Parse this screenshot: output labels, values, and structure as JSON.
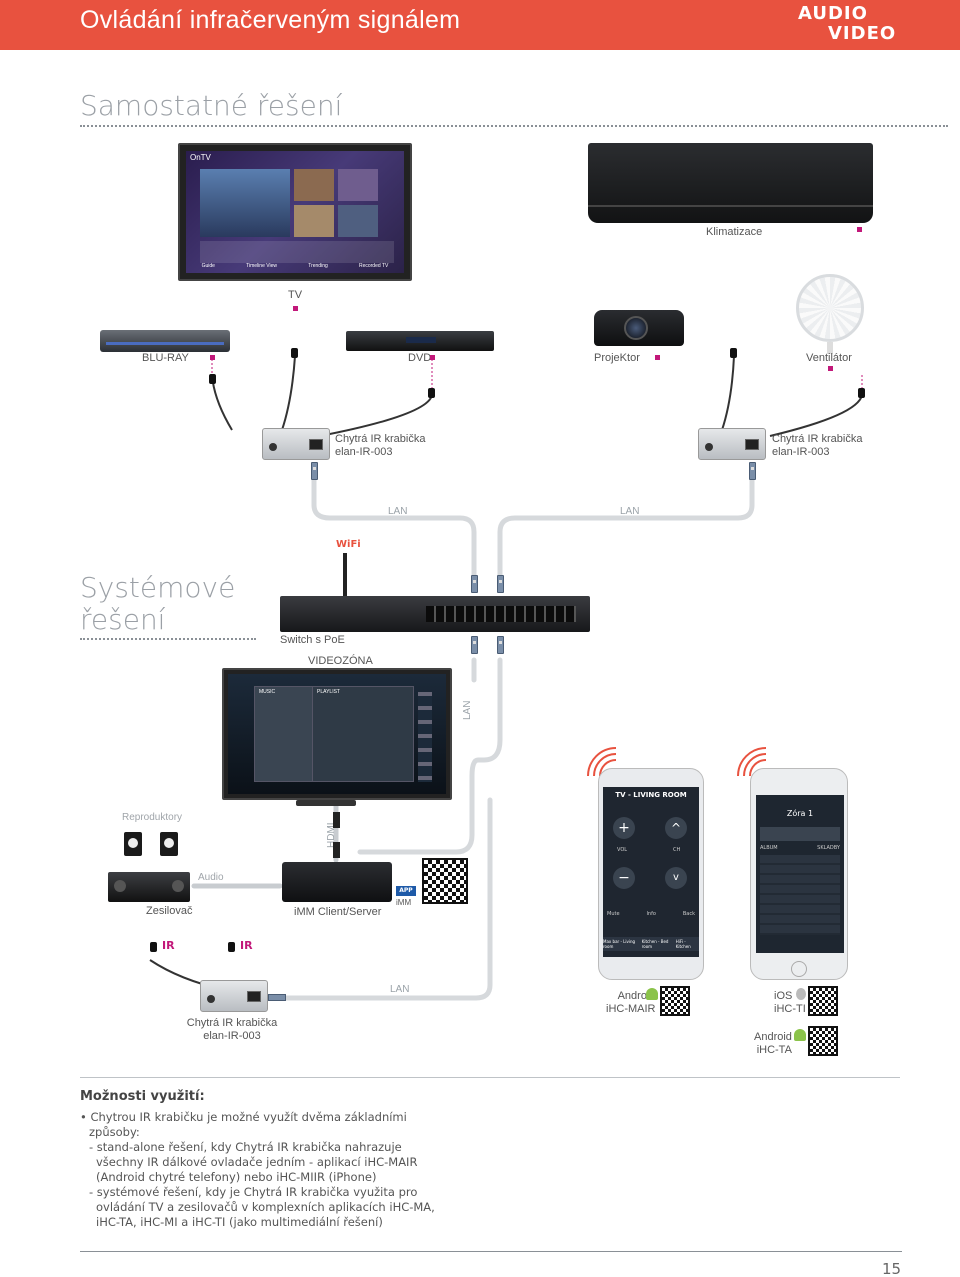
{
  "header": {
    "title": "Ovládání infračerveným signálem",
    "logo_line1": "AUDIO",
    "logo_line2": "VIDEO",
    "accent_color": "#e8523f"
  },
  "sections": {
    "standalone": "Samostatné řešení",
    "system_line1": "Systémové",
    "system_line2": "řešení"
  },
  "devices": {
    "tv": "TV",
    "air_conditioner": "Klimatizace",
    "bluray": "BLU-RAY",
    "dvd": "DVD",
    "projector": "ProjeKtor",
    "fan": "Ventilátor",
    "ir_box_left_line1": "Chytrá IR krabička",
    "ir_box_left_line2": "elan-IR-003",
    "ir_box_right_line1": "Chytrá IR krabička",
    "ir_box_right_line2": "elan-IR-003",
    "wifi": "WiFi",
    "switch": "Switch s PoE",
    "videozona": "VIDEOZÓNA",
    "speakers": "Reproduktory",
    "amplifier": "Zesilovač",
    "audio": "Audio",
    "hdmi": "HDMI",
    "imm": "iMM Client/Server",
    "app_badge_line1": "APP",
    "app_badge_line2": "iMM",
    "ir_box_bottom_line1": "Chytrá IR krabička",
    "ir_box_bottom_line2": "elan-IR-003"
  },
  "connections": {
    "lan": "LAN",
    "ir": "IR"
  },
  "tv_screen": {
    "brand": "OnTV",
    "nav": [
      "Guide",
      "Timeline View",
      "Trending",
      "Recorded TV"
    ]
  },
  "media_screen": {
    "music": "MUSIC",
    "playlist": "PLAYLIST"
  },
  "phones": {
    "android_title": "TV - LIVING ROOM",
    "android_buttons": [
      "VOL",
      "CH"
    ],
    "android_bottom": [
      "Mute",
      "Info",
      "Back"
    ],
    "android_rooms": [
      "Max bar - Living room",
      "Kitchen - Bed room",
      "HiFi - Kitchen"
    ],
    "iphone_title": "Zóra 1",
    "iphone_tabs": [
      "ALBUM",
      "SKLADBY"
    ]
  },
  "apps": {
    "android_1": "Android",
    "android_1_app": "iHC-MAIR",
    "ios": "iOS",
    "ios_app": "iHC-TI",
    "android_2": "Android",
    "android_2_app": "iHC-TA"
  },
  "options": {
    "title": "Možnosti využití:",
    "lines": [
      "• Chytrou IR krabičku je možné využít dvěma základními",
      "způsoby:",
      "- stand-alone řešení, kdy Chytrá IR krabička nahrazuje",
      "všechny IR dálkové ovladače jedním - aplikací iHC-MAIR",
      "(Android chytré telefony) nebo iHC-MIIR (iPhone)",
      "- systémové řešení, kdy je Chytrá IR krabička využita pro",
      "ovládání TV a zesilovačů v komplexních aplikacích iHC-MA,",
      "iHC-TA, iHC-MI a iHC-TI (jako multimediální řešení)"
    ]
  },
  "page_number": "15"
}
